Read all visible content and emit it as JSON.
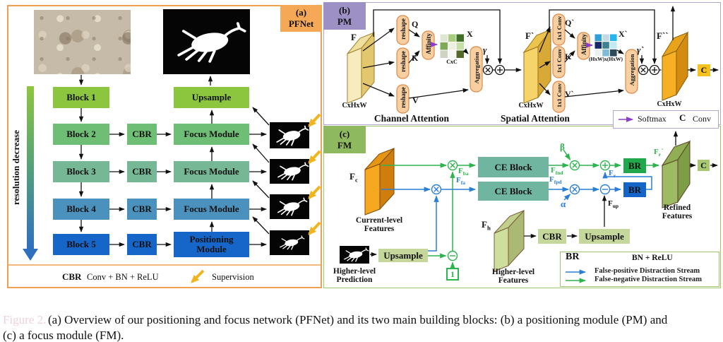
{
  "panel_a": {
    "tag": {
      "line1": "(a)",
      "line2": "PFNet"
    },
    "rotated_label": "resolution decrease",
    "blocks": {
      "b1": "Block 1",
      "b2": "Block 2",
      "b3": "Block 3",
      "b4": "Block 4",
      "b5": "Block 5"
    },
    "cbr": "CBR",
    "focus_module": "Focus Module",
    "positioning": {
      "line1": "Positioning",
      "line2": "Module"
    },
    "upsample": "Upsample",
    "legend": {
      "cbr": "CBR",
      "cbr_meaning": "Conv + BN + ReLU",
      "supervision": "Supervision"
    }
  },
  "panel_b": {
    "tag": {
      "line1": "(b)",
      "line2": "PM"
    },
    "channel_title": "Channel Attention",
    "spatial_title": "Spatial Attention",
    "f_in": "F",
    "f_in_dims": "CxHxW",
    "reshape": "reshape",
    "q": "Q",
    "k": "K",
    "v": "V",
    "affinity": "Affinity",
    "x_label": "X",
    "x_dims": "CxC",
    "aggregation": "Aggregation",
    "gamma": "γ",
    "f_mid": "F`",
    "f_mid_dims": "CxHxW",
    "conv1x1": "1x1 Conv",
    "qp": "Q`",
    "kp": "K`",
    "vp": "V`",
    "xp_label": "X`",
    "xp_dims": "(HxW)x(HxW)",
    "gammap": "γ`",
    "f_out": "F``",
    "f_out_dims": "CxHxW",
    "conv_c": "C",
    "legend": {
      "softmax": "Softmax",
      "c": "C",
      "conv": "Conv"
    }
  },
  "panel_c": {
    "tag": {
      "line1": "(c)",
      "line2": "FM"
    },
    "fc": {
      "base": "F",
      "sub": "c"
    },
    "current_features": {
      "line1": "Current-level",
      "line2": "Features"
    },
    "fba": {
      "base": "F",
      "sub": "ba"
    },
    "ffa": {
      "base": "F",
      "sub": "fa"
    },
    "ce_block": "CE Block",
    "beta": "β",
    "alpha": "α",
    "ffnd": {
      "base": "F",
      "sub": "fnd"
    },
    "ffpd": {
      "base": "F",
      "sub": "fpd"
    },
    "fr": {
      "base": "F",
      "sub": "r"
    },
    "frp": {
      "base": "F",
      "sub": "r",
      "suffix": "`"
    },
    "fup": {
      "base": "F",
      "sub": "up"
    },
    "br": "BR",
    "one": "1",
    "upsample": "Upsample",
    "cbr": "CBR",
    "fh": {
      "base": "F",
      "sub": "h"
    },
    "higher_features": {
      "line1": "Higher-level",
      "line2": "Features"
    },
    "higher_prediction": {
      "line1": "Higher-level",
      "line2": "Prediction"
    },
    "refined_features": {
      "line1": "Refined",
      "line2": "Features"
    },
    "conv_c": "C",
    "legend": {
      "br": "BR",
      "br_meaning": "BN + ReLU",
      "fp_stream": "False-positive Distraction Stream",
      "fn_stream": "False-negative Distraction Stream"
    }
  },
  "caption": {
    "figure_prefix": "Figure 2.",
    "line1": "(a) Overview of our positioning and focus network (PFNet) and its two main building blocks: (b) a positioning module (PM) and",
    "line2": "(c) a focus module (FM)."
  },
  "colors": {
    "panel_a_border": "#f0a050",
    "tag_a_bg": "#f5a855",
    "row1": "#8cc63e",
    "row2": "#6fbe76",
    "row3": "#76b796",
    "row4": "#4a92bd",
    "row5": "#1665c8",
    "panel_b_border": "#b0a5cc",
    "tag_b_bg": "#9c90c5",
    "panel_c_border": "#9dc36b",
    "tag_c_bg": "#8fb95e",
    "pill_fill": "#f8cfa0",
    "pill_stroke": "#e08848",
    "supervision_yellow": "#f0b41e",
    "green_stream": "#2db44e",
    "blue_stream": "#2a7fd4",
    "softmax_purple": "#8b3fc6",
    "ce_fill": "#6fb5a0",
    "br_green": "#22a84c",
    "br_blue": "#1565c8",
    "light_box": "#c5d79b",
    "c_box_b": "#f5c11c",
    "c_box_c": "#a9c771",
    "matrix_x": [
      [
        "#dfe7d2",
        "#a8cc7e",
        "#41702b"
      ],
      [
        "#7ea957",
        "#eef0e2",
        "#c6dfa8"
      ],
      [
        "#cfd3c3",
        "#f7f8f4",
        "#55682c"
      ]
    ],
    "matrix_xp": [
      [
        "#2f9fd6",
        "#c2d9e2",
        "#25b5ee"
      ],
      [
        "#16296b",
        "#3d8291",
        "#c2e9f4"
      ],
      [
        "#e9f1f1",
        "#7fbcd4",
        "#2c4a5c"
      ]
    ]
  }
}
